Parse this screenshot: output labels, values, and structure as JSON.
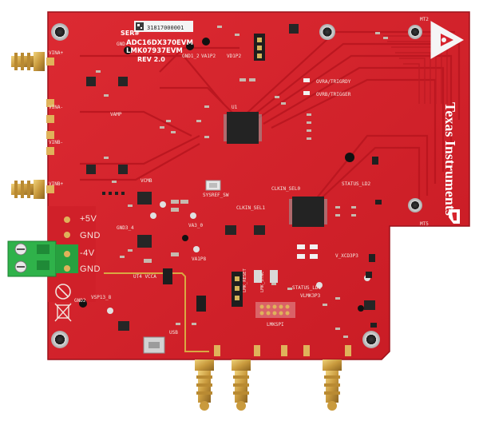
{
  "board": {
    "title_line1": "ADC16DX370EVM",
    "title_line2": "LMK07937EVM",
    "revision": "REV 2.0",
    "serial_prefix": "SER#",
    "serial_number": "31817000001",
    "vendor": "Texas Instruments"
  },
  "power_labels": {
    "plus5v": "+5V",
    "gnd1": "GND",
    "plus4v": "-4V",
    "gnd2": "GND"
  },
  "ports": {
    "vina_plus": "VINA+",
    "vina_minus": "VINA-",
    "vinb_plus": "VINB+",
    "vinb_minus": "VINB-",
    "vamp": "VAMP",
    "vcm": "VCMB"
  },
  "silkscreen": {
    "gnd_tp": "GND",
    "gnd1_2": "GND1_2",
    "va1p2": "VA1P2",
    "vd1p2": "VD1P2",
    "ovra": "OVRA/TRIGRDY",
    "ovrb": "OVRB/TRIGGER",
    "clkin_sel0": "CLKIN_SEL0",
    "clkin_sel1": "CLKIN_SEL1",
    "sysref_sw": "SYSREF_SW",
    "status_ld2": "STATUS_LD2",
    "status_ld1": "STATUS_LD1",
    "lmk_spi": "LMKSPI",
    "usb": "USB",
    "ut4_vcca": "UT4 VCCA",
    "vsp": "VSP13_8",
    "va3p0": "VA3_0",
    "va1p8": "VA1P8",
    "gnd3": "GND3_4",
    "gnd2": "GND2",
    "vlmk": "VLMK3P3",
    "vxcd3p3": "V_XCD3P3",
    "reset": "LMK_RESET",
    "sync": "LMK_SYNC",
    "mt2": "MT2",
    "mt5": "MT5",
    "u1": "U1"
  },
  "colors": {
    "pcb_red": "#d7232c",
    "pcb_dark": "#b8141e",
    "copper_gold": "#c9a14a",
    "terminal_green": "#2fb24a"
  }
}
